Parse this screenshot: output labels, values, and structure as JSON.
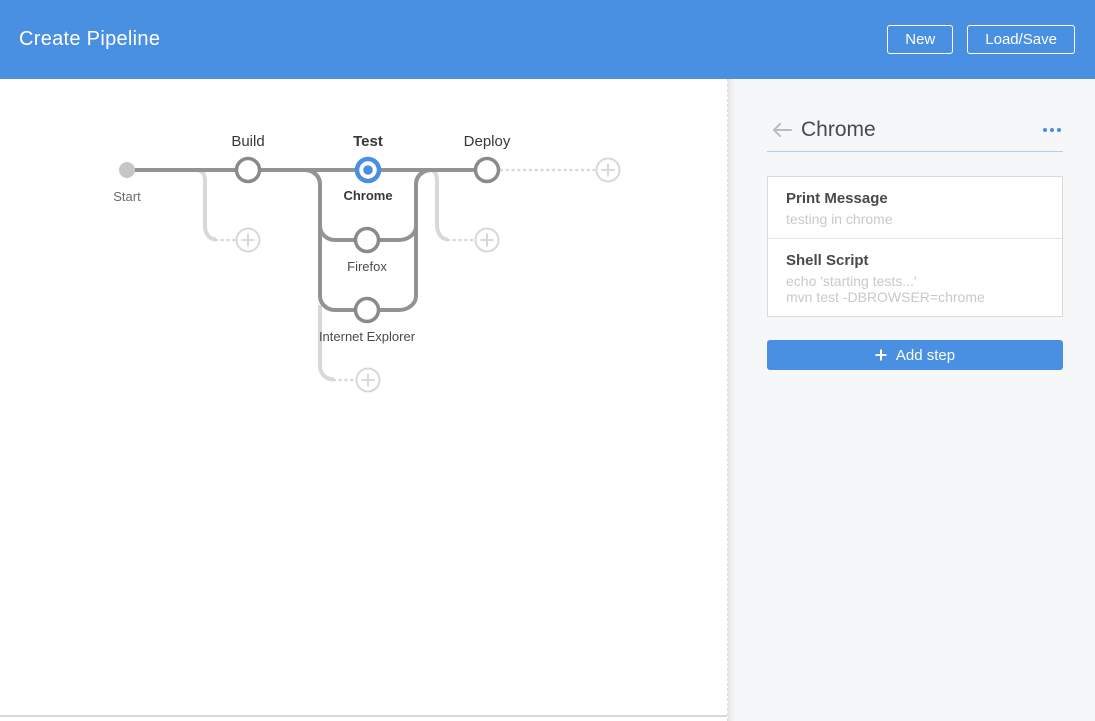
{
  "header": {
    "title": "Create Pipeline",
    "buttons": [
      {
        "label": "New"
      },
      {
        "label": "Load/Save"
      }
    ]
  },
  "graph": {
    "start_label": "Start",
    "stages": [
      {
        "label": "Build",
        "selected": false
      },
      {
        "label": "Test",
        "selected": true
      },
      {
        "label": "Deploy",
        "selected": false
      }
    ],
    "branches": [
      {
        "label": "Chrome",
        "selected": true
      },
      {
        "label": "Firefox",
        "selected": false
      },
      {
        "label": "Internet Explorer",
        "selected": false
      }
    ]
  },
  "panel": {
    "title": "Chrome",
    "steps": [
      {
        "name": "Print Message",
        "details": [
          "testing in chrome"
        ]
      },
      {
        "name": "Shell Script",
        "details": [
          "echo 'starting tests...'",
          "mvn test -DBROWSER=chrome"
        ]
      }
    ],
    "add_step_label": "Add step"
  },
  "colors": {
    "accent": "#4a90e2",
    "line_gray": "#949393",
    "node_stroke": "#8a8a8a",
    "placeholder_gray": "#d8d8d8",
    "panel_bg": "#f6f7f8"
  }
}
